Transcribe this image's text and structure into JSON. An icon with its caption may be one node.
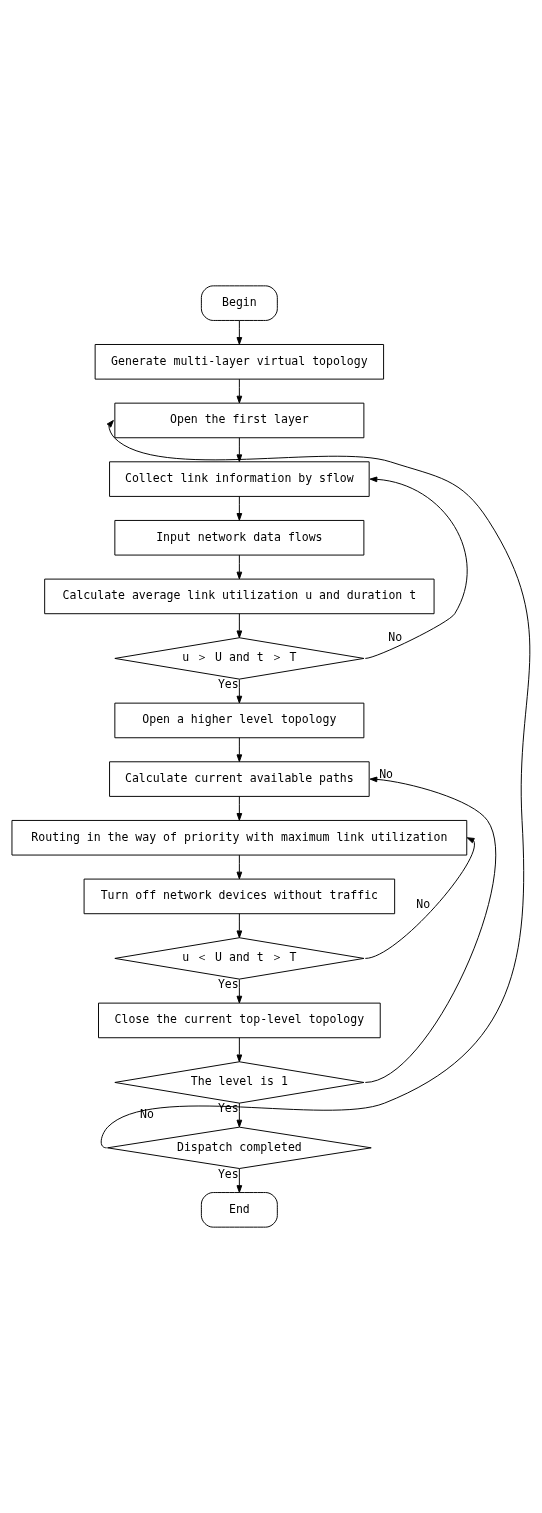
{
  "diagram": {
    "nodes": [
      {
        "text": [
          "Begin"
        ]
      },
      {
        "text": [
          "Generate multi-layer virtual topology"
        ]
      },
      {
        "text": [
          "Open the first layer"
        ]
      },
      {
        "text": [
          "Collect link information by sflow"
        ]
      },
      {
        "text": [
          "Input network data flows"
        ]
      },
      {
        "text": [
          "Calculate average link utilization u and duration t"
        ]
      },
      {
        "text": [
          "u ＞ U and t ＞ T"
        ]
      },
      {
        "text": [
          "Open a higher level topology"
        ]
      },
      {
        "text": [
          "Calculate current available paths"
        ]
      },
      {
        "text": [
          "Routing in the way of priority with maximum link utilization"
        ]
      },
      {
        "text": [
          "Turn off network devices without traffic"
        ]
      },
      {
        "text": [
          "u ＜ U and t ＞ T"
        ]
      },
      {
        "text": [
          "Close the current top-level topology"
        ]
      },
      {
        "text": [
          "The level is 1"
        ]
      },
      {
        "text": [
          "Dispatch completed"
        ]
      },
      {
        "text": [
          "End"
        ]
      }
    ],
    "edges": [
      {
        "from": 0,
        "to": 1,
        "arrow": "to"
      },
      {
        "from": 1,
        "to": 2,
        "arrow": "to"
      },
      {
        "from": 2,
        "to": 3,
        "arrow": "to"
      },
      {
        "from": 3,
        "to": 4,
        "arrow": "to"
      },
      {
        "from": 4,
        "to": 5,
        "arrow": "to"
      },
      {
        "from": 5,
        "to": 6,
        "arrow": "to"
      },
      {
        "from": 6,
        "to": 3,
        "arrow": "to",
        "label": "No"
      },
      {
        "from": 6,
        "to": 7,
        "arrow": "to",
        "label": "Yes"
      },
      {
        "from": 7,
        "to": 8,
        "arrow": "to"
      },
      {
        "from": 8,
        "to": 9,
        "arrow": "to"
      },
      {
        "from": 9,
        "to": 10,
        "arrow": "to"
      },
      {
        "from": 10,
        "to": 11,
        "arrow": "to"
      },
      {
        "from": 11,
        "to": 9,
        "arrow": "to",
        "label": "No"
      },
      {
        "from": 11,
        "to": 12,
        "arrow": "to",
        "label": "Yes"
      },
      {
        "from": 12,
        "to": 13,
        "arrow": "to"
      },
      {
        "from": 13,
        "to": 8,
        "arrow": "to",
        "label": "No"
      },
      {
        "from": 13,
        "to": 14,
        "arrow": "to",
        "label": "Yes"
      },
      {
        "from": 14,
        "to": 2,
        "arrow": "to",
        "label": "No"
      },
      {
        "from": 14,
        "to": 15,
        "arrow": "to",
        "label": "Yes"
      }
    ]
  }
}
